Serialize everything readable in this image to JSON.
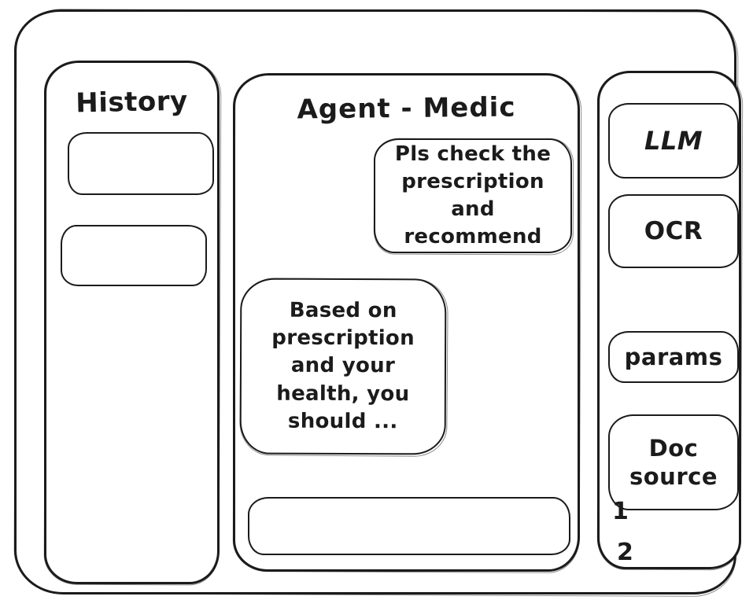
{
  "app": {
    "stroke_color": "#1b1b1b",
    "background": "#ffffff"
  },
  "history_panel": {
    "title": "History",
    "items": [
      {
        "label": ""
      },
      {
        "label": ""
      }
    ]
  },
  "chat_panel": {
    "title": "Agent - Medic",
    "messages": [
      {
        "role": "user",
        "text": "Pls check the prescription and recommend"
      },
      {
        "role": "agent",
        "text": "Based on prescription and your health, you should ..."
      }
    ],
    "input": {
      "value": "",
      "placeholder": ""
    }
  },
  "tools_panel": {
    "buttons": [
      {
        "id": "llm",
        "label": "LLM"
      },
      {
        "id": "ocr",
        "label": "OCR"
      },
      {
        "id": "params",
        "label": "params"
      },
      {
        "id": "doc-source",
        "label": "Doc source"
      }
    ],
    "doc_sources": [
      {
        "label": "1"
      },
      {
        "label": "2"
      }
    ]
  }
}
